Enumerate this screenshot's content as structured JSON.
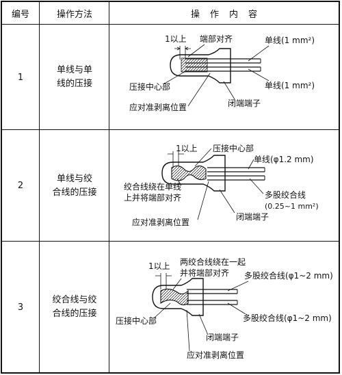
{
  "header": {
    "col_no": "编号",
    "col_method": "操作方法",
    "col_content": "操　作　内　容"
  },
  "rows": [
    {
      "no": "1",
      "method": [
        "单线与单",
        "线的压接"
      ],
      "labels": {
        "min_len": "1以上",
        "end_align": "端部对齐",
        "wire_top": "单线(1 mm²)",
        "wire_bottom": "单线(1 mm²)",
        "crimp_center": "压接中心部",
        "strip_align": "应对准剥离位置",
        "closed_end": "闭端端子"
      }
    },
    {
      "no": "2",
      "method": [
        "单线与绞",
        "合线的压接"
      ],
      "labels": {
        "min_len": "1以上",
        "crimp_center": "压接中心部",
        "wire_single": "单线(φ1.2 mm)",
        "twist_note_1": "绞合线绕在单线",
        "twist_note_2": "上并将端部对齐",
        "wire_stranded": "多股绞合线",
        "wire_stranded_range": "(0.25~1 mm²)",
        "strip_align": "应对准剥离位置",
        "closed_end": "闭端端子"
      }
    },
    {
      "no": "3",
      "method": [
        "绞合线与绞",
        "合线的压接"
      ],
      "labels": {
        "min_len": "1以上",
        "twist_note_1": "两绞合线绕在一起",
        "twist_note_2": "并将端部对齐",
        "wire_top": "多股绞合线(φ1~2 mm)",
        "wire_bottom": "多股绞合线(φ1~2 mm)",
        "crimp_center": "压接中心部",
        "closed_end": "闭端端子",
        "strip_align": "应对准剥离位置"
      }
    }
  ]
}
